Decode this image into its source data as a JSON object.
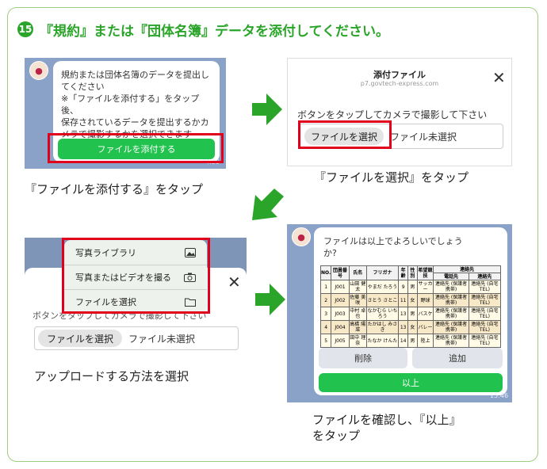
{
  "title": {
    "number": "15",
    "text": "『規約』または『団体名簿』データを添付してください。"
  },
  "step1": {
    "message": [
      "規約または団体名簿のデータを提出し",
      "てください",
      "※「ファイルを添付する」をタップ後、",
      "保存されているデータを提出するかカ",
      "メラで撮影するかを選択できます"
    ],
    "button": "ファイルを添付する",
    "time": "4:33",
    "caption": "『ファイルを添付する』をタップ"
  },
  "step2": {
    "header": "添付ファイル",
    "url": "p7.govtech-express.com",
    "instruction": "ボタンをタップしてカメラで撮影して下さい",
    "file_button": "ファイルを選択",
    "no_file": "ファイル未選択",
    "caption": "『ファイルを選択』をタップ"
  },
  "step3": {
    "menu": [
      "写真ライブラリ",
      "写真またはビデオを撮る",
      "ファイルを選択"
    ],
    "instruction": "ボタンをタップしてカメラで撮影して下さい",
    "file_button": "ファイルを選択",
    "no_file": "ファイル未選択",
    "caption": "アップロードする方法を選択"
  },
  "step4": {
    "message": [
      "ファイルは以上でよろしいでしょう",
      "か?"
    ],
    "table": {
      "headers": [
        "NO.",
        "団員番号",
        "氏名",
        "フリガナ",
        "年齢",
        "性別",
        "希望競技",
        "連絡先 電話先",
        "連絡先 連絡先"
      ],
      "group_header": "連絡先",
      "sub_headers": [
        "電話先",
        "連絡先"
      ],
      "rows": [
        [
          "1",
          "J001",
          "山田 健太",
          "やまだ たろう",
          "9",
          "男",
          "サッカー",
          "連絡先 (保護者携帯)",
          "連絡先 (自宅TEL)"
        ],
        [
          "2",
          "J002",
          "佐藤 美咲",
          "さとう さとこ",
          "11",
          "女",
          "野球",
          "連絡先 (保護者携帯)",
          "連絡先 (自宅TEL)"
        ],
        [
          "3",
          "J003",
          "中村 卓也",
          "なかむら いちろう",
          "13",
          "男",
          "バスケ",
          "連絡先 (保護者携帯)",
          "連絡先 (自宅TEL)"
        ],
        [
          "4",
          "J004",
          "高橋 陽菜",
          "たかはし みさき",
          "13",
          "女",
          "バレー",
          "連絡先 (保護者携帯)",
          "連絡先 (自宅TEL)"
        ],
        [
          "5",
          "J005",
          "田中 理奈",
          "たなか けんた",
          "14",
          "男",
          "陸上",
          "連絡先 (保護者携帯)",
          "連絡先 (自宅TEL)"
        ]
      ]
    },
    "delete_button": "削除",
    "add_button": "追加",
    "done_button": "以上",
    "time": "15:46",
    "caption": [
      "ファイルを確認し、『以上』",
      "をタップ"
    ]
  },
  "colors": {
    "accent": "#2aa52a",
    "highlight": "#e0001b",
    "line_green": "#22c24e",
    "chat_bg": "#8aa2c8"
  }
}
